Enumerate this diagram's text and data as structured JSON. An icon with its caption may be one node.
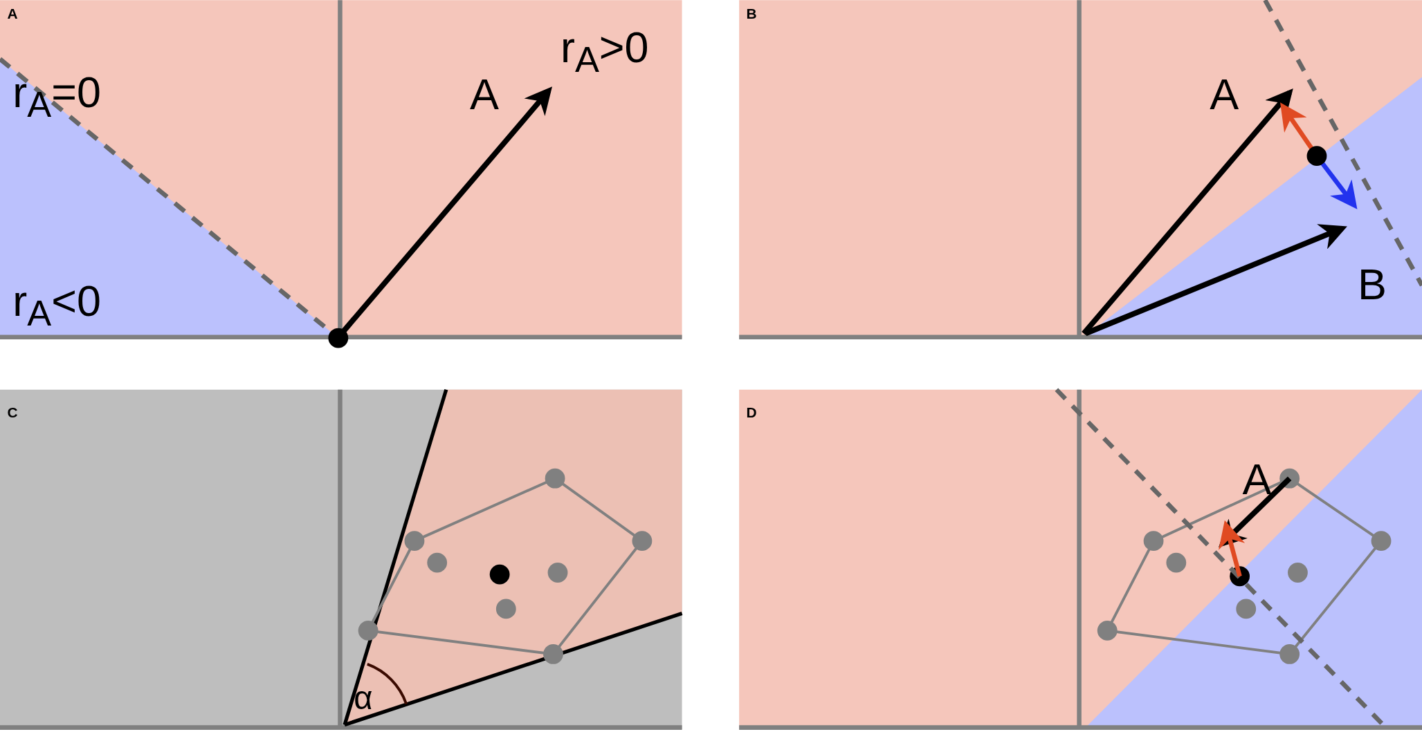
{
  "diagram": {
    "labels": [
      "A",
      "r$_{A}$>0",
      "A",
      "r$_{A}$=0",
      "r$_{A}$<0",
      "B",
      "A",
      "B",
      "C",
      "α",
      "D",
      "A"
    ]
  }
}
